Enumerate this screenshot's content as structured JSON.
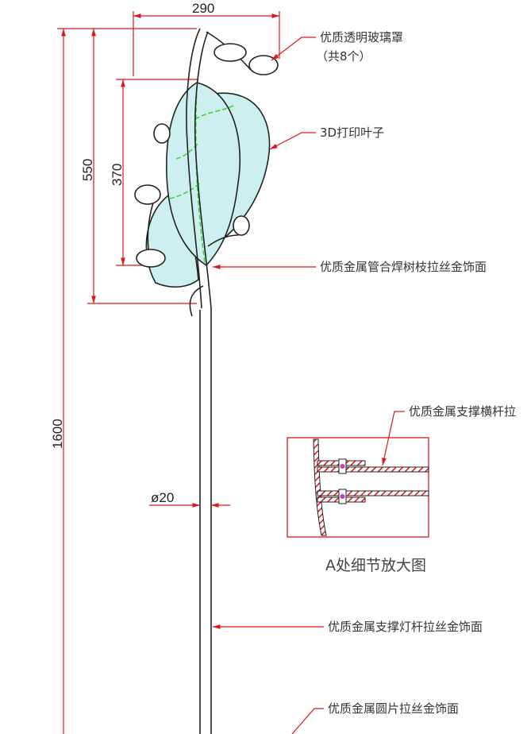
{
  "dimensions": {
    "width": "290",
    "total_height": "1600",
    "head_height": "550",
    "leaf_height": "370",
    "pole_diameter": "ø20"
  },
  "callouts": {
    "glass_shade": "优质透明玻璃罩",
    "glass_shade_count": "（共8个）",
    "leaves": "3D打印叶子",
    "branch": "优质金属管合焊树枝拉丝金饰面",
    "crossbar": "优质金属支撑横杆拉",
    "pole": "优质金属支撑灯杆拉丝金饰面",
    "disc": "优质金属圆片拉丝金饰面"
  },
  "detail": {
    "caption": "A处细节放大图"
  },
  "colors": {
    "dimension": "#e0151a",
    "leaf_fill": "#cdeff0",
    "vein": "#3fd23a"
  }
}
